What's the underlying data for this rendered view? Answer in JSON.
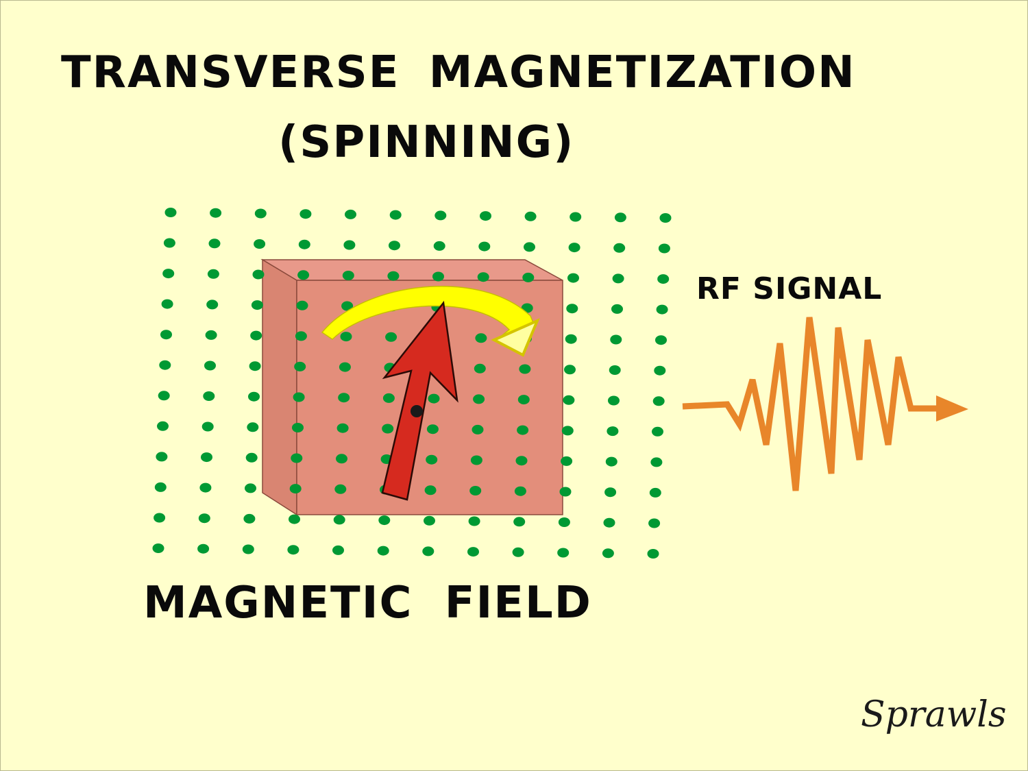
{
  "title": {
    "line1": "TRANSVERSE  MAGNETIZATION",
    "line2": "(SPINNING)"
  },
  "field_label": "MAGNETIC  FIELD",
  "signal_label": "RF SIGNAL",
  "signature": "Sprawls",
  "colors": {
    "background": "#ffffcc",
    "field_dots": "#009933",
    "block_front": "#e38e7b",
    "block_side": "#d98572",
    "magnetization_arrow": "#d62a1f",
    "rotation_arrow": "#ffff00",
    "rf_signal": "#e8862a"
  },
  "icons": {
    "magnetization": "red-arrow-icon",
    "rotation": "curved-yellow-arrow-icon",
    "signal": "rf-wave-arrow-icon"
  }
}
